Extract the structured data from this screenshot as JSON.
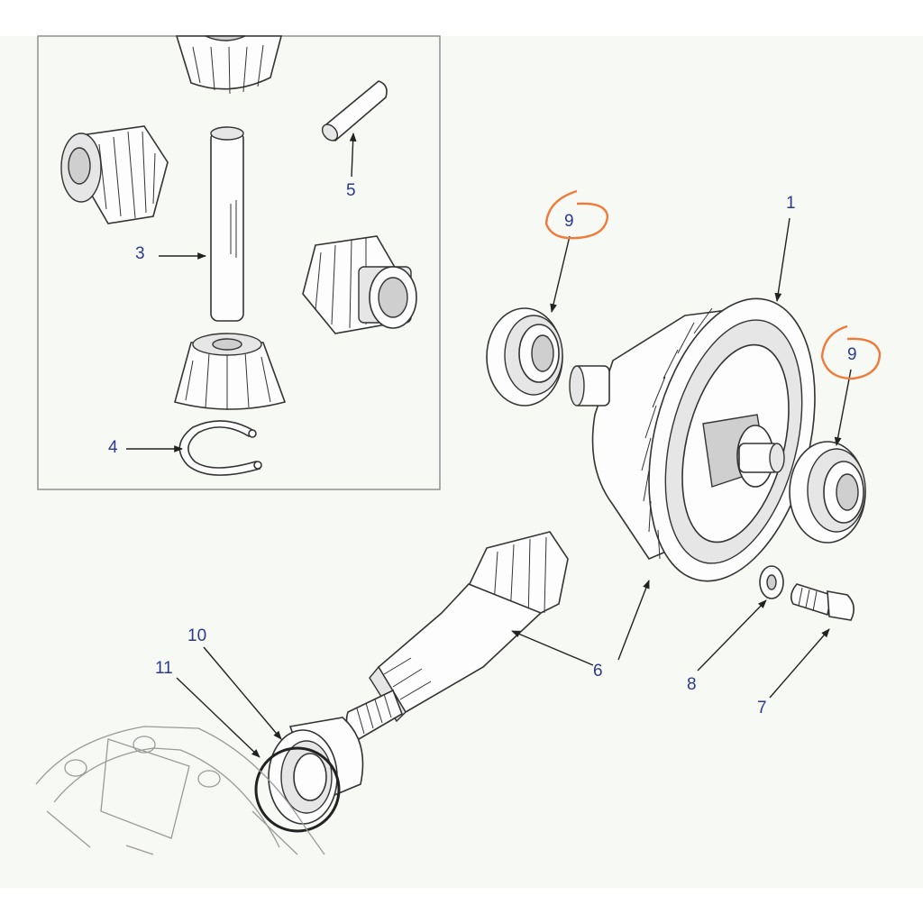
{
  "callouts": {
    "c1": "1",
    "c3": "3",
    "c4": "4",
    "c5": "5",
    "c6": "6",
    "c7": "7",
    "c8": "8",
    "c9a": "9",
    "c9b": "9",
    "c10": "10",
    "c11": "11"
  },
  "colors": {
    "label": "#2b3a8f",
    "highlight": "#f07a3a",
    "panel_bg": "#f7f9f4"
  }
}
